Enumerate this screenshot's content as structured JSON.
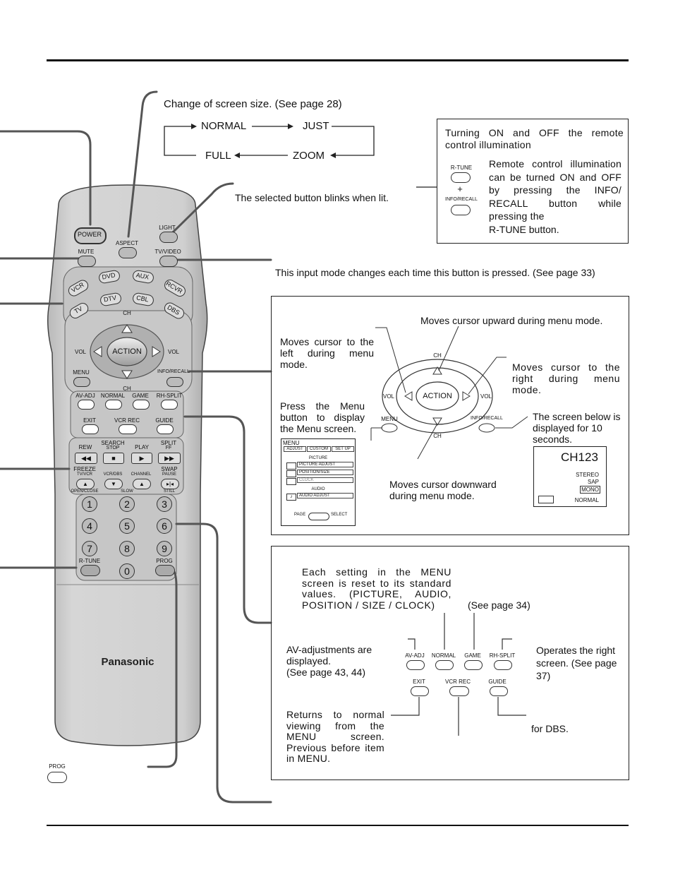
{
  "aspect": {
    "note": "Change of screen size. (See page 28)",
    "modes": [
      "NORMAL",
      "JUST",
      "ZOOM",
      "FULL"
    ]
  },
  "light_note": "The selected button blinks when lit.",
  "illumination_box": {
    "title": "Turning ON and OFF the remote control illumination",
    "rtune": "R-TUNE",
    "plus": "+",
    "info": "INFO/RECALL",
    "body": "Remote control illumination can be turned ON and OFF by pressing the INFO/ RECALL button while pressing the",
    "body_end": "R-TUNE button."
  },
  "tvvideo_note": "This input mode changes each time this button is pressed. (See page 33)",
  "remote": {
    "power": "POWER",
    "aspect": "ASPECT",
    "light": "LIGHT",
    "mute": "MUTE",
    "tvvideo": "TV/VIDEO",
    "modes": [
      "VCR",
      "DVD",
      "AUX",
      "RCVR",
      "TV",
      "DTV",
      "CBL",
      "DBS"
    ],
    "ch": "CH",
    "vol": "VOL",
    "action": "ACTION",
    "menu": "MENU",
    "info": "INFO/RECALL",
    "row1": [
      "AV-ADJ",
      "NORMAL",
      "GAME",
      "RH-SPLIT"
    ],
    "row2": [
      "EXIT",
      "VCR REC",
      "GUIDE"
    ],
    "transport_top": [
      "REW",
      "SEARCH",
      "STOP",
      "PLAY",
      "SPLIT",
      "FF"
    ],
    "transport_bottom": [
      "FREEZE",
      "TV/VCR",
      "VCR/DBS",
      "CHANNEL",
      "SWAP",
      "PAUSE"
    ],
    "transport_sub": [
      "OPEN/CLOSE",
      "SLOW",
      "STILL"
    ],
    "digits": [
      "1",
      "2",
      "3",
      "4",
      "5",
      "6",
      "7",
      "8",
      "9",
      "0"
    ],
    "rtune": "R-TUNE",
    "prog": "PROG",
    "brand": "Panasonic"
  },
  "prog_small": "PROG",
  "cursor_box": {
    "up": "Moves cursor upward during menu mode.",
    "left": "Moves cursor to the left during menu mode.",
    "right": "Moves cursor to the right during menu mode.",
    "menu_press": "Press the Menu button to display the Menu screen.",
    "screen_below": "The screen below is displayed for 10 seconds.",
    "down": "Moves cursor downward during menu mode.",
    "ch": "CH",
    "vol": "VOL",
    "action": "ACTION",
    "menu": "MENU",
    "info": "INFO/RECALL",
    "menu_screen": {
      "title": "MENU",
      "tabs": [
        "ADJUST",
        "CUSTOM",
        "SET UP"
      ],
      "picture": "PICTURE",
      "items": [
        "PICTURE ADJUST",
        "POSITION/SIZE",
        "CLOCK"
      ],
      "audio": "AUDIO",
      "audio_item": "AUDIO ADJUST",
      "page": "PAGE",
      "select": "SELECT"
    },
    "ch_screen": {
      "channel": "CH123",
      "stereo": "STEREO",
      "sap": "SAP",
      "mono": "MONO",
      "normal": "NORMAL"
    }
  },
  "settings_box": {
    "normal_note": "Each setting in the MENU screen is reset to its standard values. (PICTURE, AUDIO, POSITION / SIZE / CLOCK)",
    "game_note": "(See page 34)",
    "avadj_note": "AV-adjustments are displayed.\n(See page 43, 44)",
    "rhsplit_note": "Operates the right screen. (See page 37)",
    "exit_note": "Returns to normal viewing from the MENU screen. Previous before item in MENU.",
    "guide_note": "for DBS.",
    "buttons": [
      "AV-ADJ",
      "NORMAL",
      "GAME",
      "RH-SPLIT",
      "EXIT",
      "VCR REC",
      "GUIDE"
    ]
  }
}
